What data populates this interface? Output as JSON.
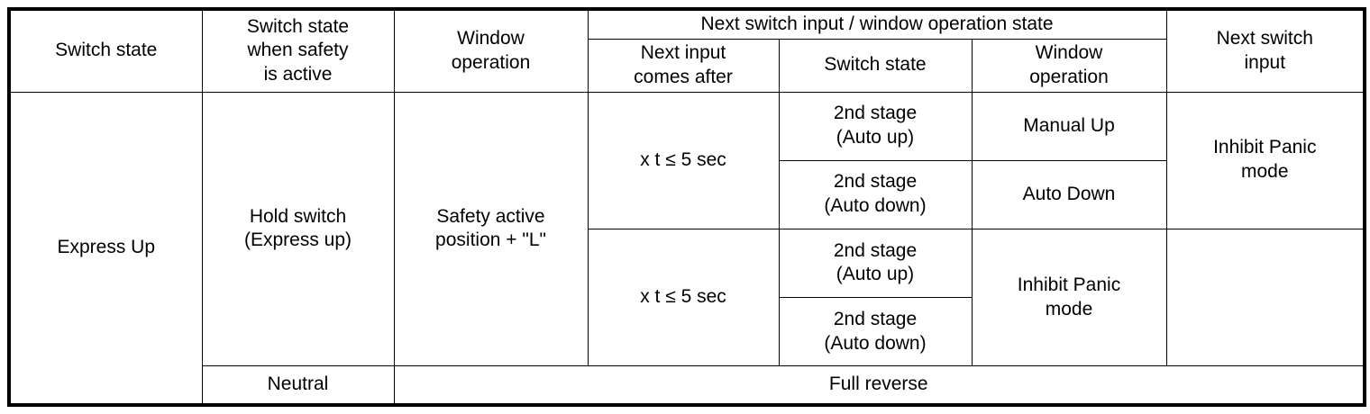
{
  "table": {
    "header": {
      "group_label": "Next switch input / window operation state",
      "col1": "Switch state",
      "col2_line1": "Switch state",
      "col2_line2": "when safety",
      "col2_line3": "is active",
      "col3_line1": "Window",
      "col3_line2": "operation",
      "col4_line1": "Next input",
      "col4_line2": "comes after",
      "col5": "Switch state",
      "col6_line1": "Window",
      "col6_line2": "operation",
      "col7_line1": "Next switch",
      "col7_line2": "input"
    },
    "body": {
      "switch_state": "Express Up",
      "safety_state_line1": "Hold switch",
      "safety_state_line2": "(Express up)",
      "window_operation_line1": "Safety active",
      "window_operation_line2": "position + \"L\"",
      "group_a": {
        "next_input_comes_after": "x t ≤ 5 sec",
        "next_switch_input_line1": "Inhibit Panic",
        "next_switch_input_line2": "mode",
        "rows": [
          {
            "switch_state_line1": "2nd stage",
            "switch_state_line2": "(Auto up)",
            "window_operation": "Manual Up"
          },
          {
            "switch_state_line1": "2nd stage",
            "switch_state_line2": "(Auto down)",
            "window_operation": "Auto Down"
          }
        ]
      },
      "group_b": {
        "next_input_comes_after": "x t ≤ 5 sec",
        "window_operation_line1": "Inhibit Panic",
        "window_operation_line2": "mode",
        "next_switch_input": "",
        "rows": [
          {
            "switch_state_line1": "2nd stage",
            "switch_state_line2": "(Auto up)"
          },
          {
            "switch_state_line1": "2nd stage",
            "switch_state_line2": "(Auto down)"
          }
        ]
      },
      "neutral_row": {
        "safety_state": "Neutral",
        "result": "Full reverse"
      }
    }
  }
}
